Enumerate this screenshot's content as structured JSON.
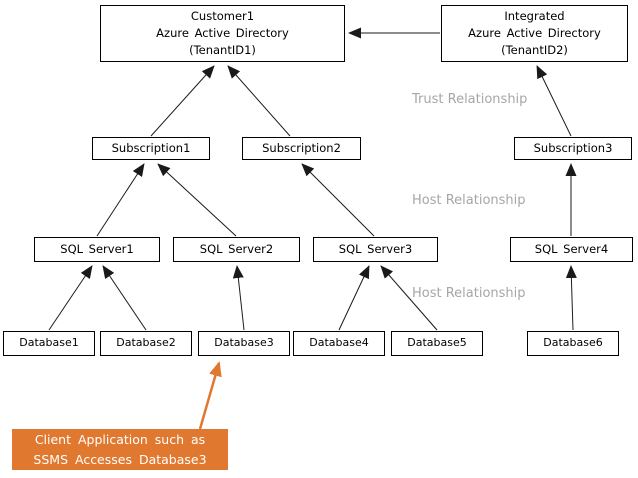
{
  "colors": {
    "node_fill": "#ffffff",
    "node_border": "#000000",
    "arrow_black": "#1a1a1a",
    "accent_orange": "#e0782f",
    "label_gray": "#a6a6a6",
    "callout_text": "#ffffff"
  },
  "nodes": {
    "aad_customer": {
      "line1": "Customer1",
      "line2": "Azure Active Directory",
      "line3": "(TenantID1)"
    },
    "aad_integrated": {
      "line1": "Integrated",
      "line2": "Azure Active Directory",
      "line3": "(TenantID2)"
    },
    "subscription1": {
      "label": "Subscription1"
    },
    "subscription2": {
      "label": "Subscription2"
    },
    "subscription3": {
      "label": "Subscription3"
    },
    "sql_server1": {
      "label": "SQL Server1"
    },
    "sql_server2": {
      "label": "SQL Server2"
    },
    "sql_server3": {
      "label": "SQL Server3"
    },
    "sql_server4": {
      "label": "SQL Server4"
    },
    "database1": {
      "label": "Database1"
    },
    "database2": {
      "label": "Database2"
    },
    "database3": {
      "label": "Database3"
    },
    "database4": {
      "label": "Database4"
    },
    "database5": {
      "label": "Database5"
    },
    "database6": {
      "label": "Database6"
    }
  },
  "relationship_labels": {
    "trust": "Trust Relationship",
    "host_upper": "Host Relationship",
    "host_lower": "Host Relationship"
  },
  "callout": {
    "line1": "Client Application such as",
    "line2": "SSMS Accesses Database3"
  },
  "edges": [
    {
      "from": "Subscription1",
      "to": "Customer1 Azure Active Directory (TenantID1)"
    },
    {
      "from": "Subscription2",
      "to": "Customer1 Azure Active Directory (TenantID1)"
    },
    {
      "from": "Integrated Azure Active Directory (TenantID2)",
      "to": "Customer1 Azure Active Directory (TenantID1)",
      "type": "Trust Relationship"
    },
    {
      "from": "Subscription3",
      "to": "Integrated Azure Active Directory (TenantID2)",
      "type": "Trust Relationship"
    },
    {
      "from": "SQL Server1",
      "to": "Subscription1",
      "type": "Host Relationship"
    },
    {
      "from": "SQL Server2",
      "to": "Subscription1",
      "type": "Host Relationship"
    },
    {
      "from": "SQL Server3",
      "to": "Subscription2",
      "type": "Host Relationship"
    },
    {
      "from": "SQL Server4",
      "to": "Subscription3",
      "type": "Host Relationship"
    },
    {
      "from": "Database1",
      "to": "SQL Server1",
      "type": "Host Relationship"
    },
    {
      "from": "Database2",
      "to": "SQL Server1",
      "type": "Host Relationship"
    },
    {
      "from": "Database3",
      "to": "SQL Server2",
      "type": "Host Relationship"
    },
    {
      "from": "Database4",
      "to": "SQL Server3",
      "type": "Host Relationship"
    },
    {
      "from": "Database5",
      "to": "SQL Server3",
      "type": "Host Relationship"
    },
    {
      "from": "Database6",
      "to": "SQL Server4",
      "type": "Host Relationship"
    },
    {
      "from": "Client Application (SSMS)",
      "to": "Database3",
      "type": "Access"
    }
  ]
}
